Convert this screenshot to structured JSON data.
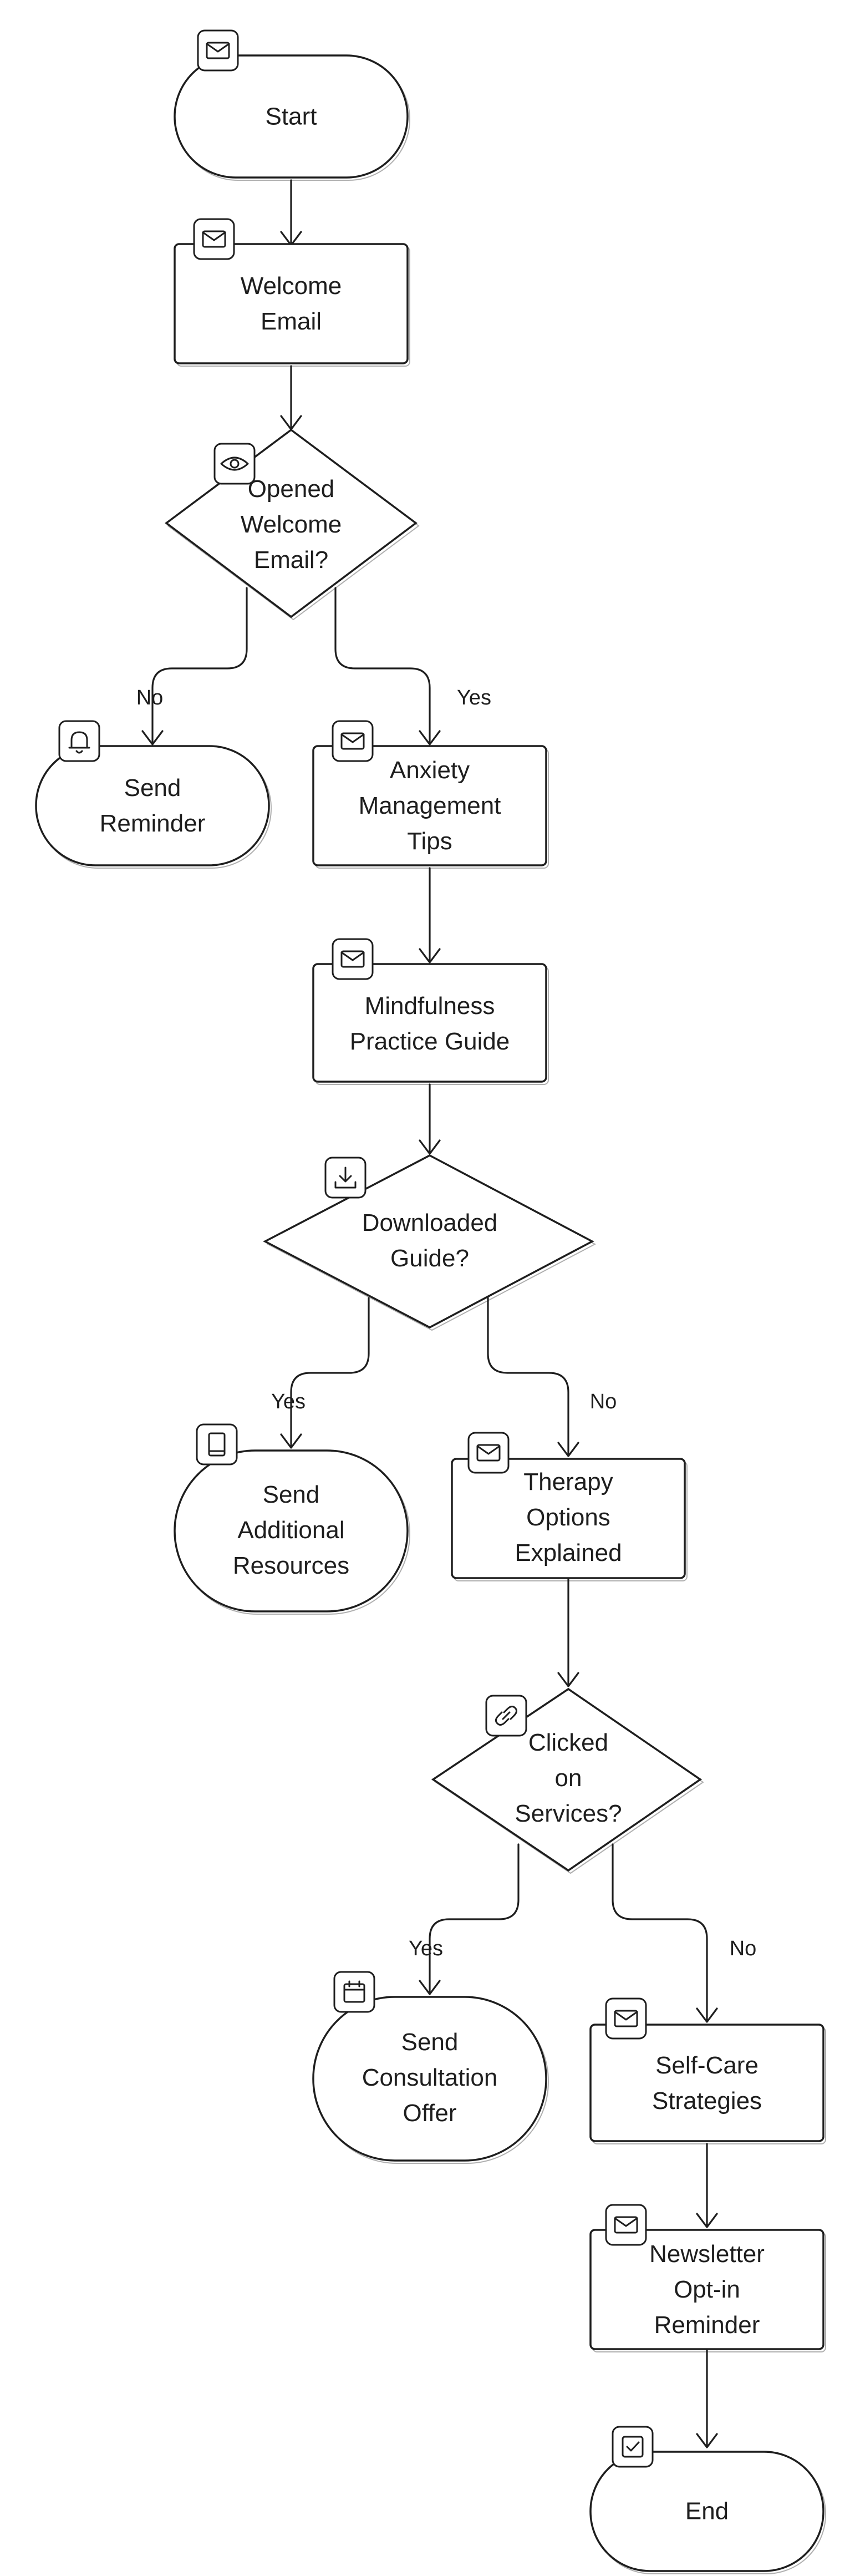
{
  "nodes": {
    "start": {
      "text": "Start",
      "icon": "mail-icon"
    },
    "welcome": {
      "text": "Welcome|Email",
      "icon": "mail-icon"
    },
    "opened": {
      "text": "Opened|Welcome|Email?",
      "icon": "eye-icon"
    },
    "reminder": {
      "text": "Send|Reminder",
      "icon": "bell-icon"
    },
    "anxiety": {
      "text": "Anxiety|Management|Tips",
      "icon": "mail-icon"
    },
    "mindfulness": {
      "text": "Mindfulness|Practice Guide",
      "icon": "mail-icon"
    },
    "downloaded": {
      "text": "Downloaded|Guide?",
      "icon": "download-icon"
    },
    "resources": {
      "text": "Send|Additional|Resources",
      "icon": "book-icon"
    },
    "therapy": {
      "text": "Therapy|Options|Explained",
      "icon": "mail-icon"
    },
    "clicked": {
      "text": "Clicked|on|Services?",
      "icon": "link-icon"
    },
    "consultation": {
      "text": "Send|Consultation|Offer",
      "icon": "calendar-icon"
    },
    "selfcare": {
      "text": "Self-Care|Strategies",
      "icon": "mail-icon"
    },
    "newsletter": {
      "text": "Newsletter|Opt-in|Reminder",
      "icon": "mail-icon"
    },
    "end": {
      "text": "End",
      "icon": "checkbox-icon"
    }
  },
  "edges": {
    "opened_no": "No",
    "opened_yes": "Yes",
    "downloaded_yes": "Yes",
    "downloaded_no": "No",
    "clicked_yes": "Yes",
    "clicked_no": "No"
  }
}
